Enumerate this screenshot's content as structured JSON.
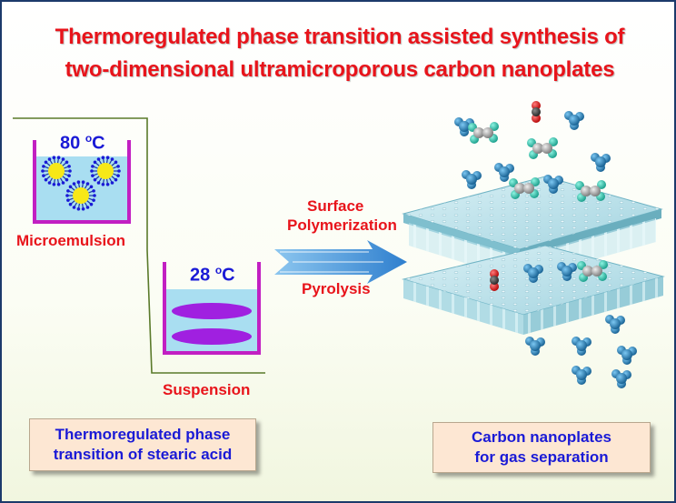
{
  "title": {
    "line1": "Thermoregulated phase transition assisted synthesis  of",
    "line2": "two-dimensional ultramicroporous carbon nanoplates"
  },
  "beaker_hot": {
    "temperature": "80 ",
    "unit_sup": "o",
    "unit": "C",
    "label": "Microemulsion"
  },
  "beaker_cold": {
    "temperature": "28 ",
    "unit_sup": "o",
    "unit": "C",
    "label": "Suspension"
  },
  "arrow": {
    "top_line1": "Surface",
    "top_line2": "Polymerization",
    "bottom": "Pyrolysis"
  },
  "box_left": {
    "line1": "Thermoregulated phase",
    "line2": "transition of stearic acid"
  },
  "box_right": {
    "line1": "Carbon nanoplates",
    "line2": "for gas separation"
  },
  "colors": {
    "title": "#e8141b",
    "beaker": "#c21fc2",
    "liquid": "#a9def1",
    "micelle": "#f7e817",
    "ellipse": "#a020e0",
    "step_line": "#5a7a2a",
    "arrow": "#3a8ed6",
    "plate": "#9fd3df",
    "methane": "#1e7fb4",
    "ethane": "#2ec4b0"
  }
}
